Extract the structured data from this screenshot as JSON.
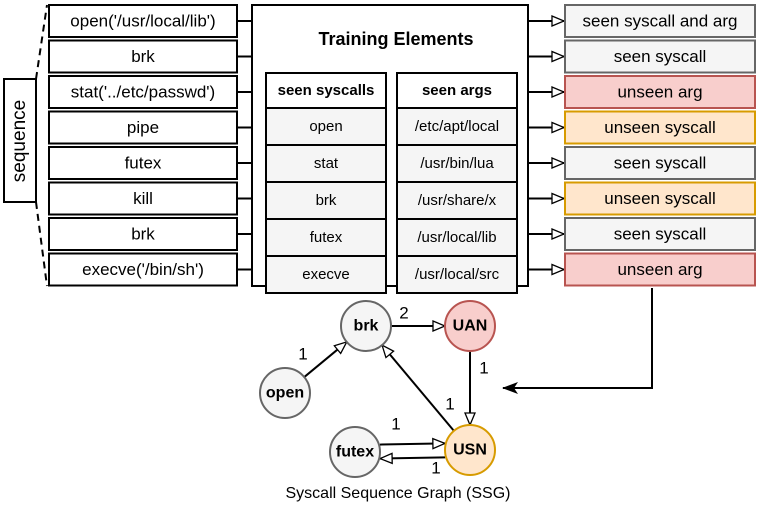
{
  "sequence_label": "sequence",
  "sequence": [
    "open('/usr/local/lib')",
    "brk",
    "stat('../etc/passwd')",
    "pipe",
    "futex",
    "kill",
    "brk",
    "execve('/bin/sh')"
  ],
  "training": {
    "title": "Training Elements",
    "col_syscalls_header": "seen syscalls",
    "col_args_header": "seen args",
    "syscalls": [
      "open",
      "stat",
      "brk",
      "futex",
      "execve"
    ],
    "args": [
      "/etc/apt/local",
      "/usr/bin/lua",
      "/usr/share/x",
      "/usr/local/lib",
      "/usr/local/src"
    ]
  },
  "results": [
    {
      "label": "seen syscall and arg",
      "kind": "seen"
    },
    {
      "label": "seen syscall",
      "kind": "seen"
    },
    {
      "label": "unseen arg",
      "kind": "unseen_arg"
    },
    {
      "label": "unseen syscall",
      "kind": "unseen_syscall"
    },
    {
      "label": "seen syscall",
      "kind": "seen"
    },
    {
      "label": "unseen syscall",
      "kind": "unseen_syscall"
    },
    {
      "label": "seen syscall",
      "kind": "seen"
    },
    {
      "label": "unseen arg",
      "kind": "unseen_arg"
    }
  ],
  "colors": {
    "seen_fill": "#f5f5f5",
    "seen_stroke": "#666666",
    "unseen_arg_fill": "#f8cecc",
    "unseen_arg_stroke": "#b85450",
    "unseen_syscall_fill": "#ffe6cc",
    "unseen_syscall_stroke": "#d79b00",
    "table_fill": "#f5f5f5"
  },
  "graph": {
    "caption": "Syscall Sequence Graph (SSG)",
    "nodes": [
      {
        "id": "brk",
        "label": "brk",
        "kind": "seen"
      },
      {
        "id": "uan",
        "label": "UAN",
        "kind": "unseen_arg"
      },
      {
        "id": "open",
        "label": "open",
        "kind": "seen"
      },
      {
        "id": "usn",
        "label": "USN",
        "kind": "unseen_syscall"
      },
      {
        "id": "futex",
        "label": "futex",
        "kind": "seen"
      }
    ],
    "edges": [
      {
        "from": "open",
        "to": "brk",
        "weight": "1"
      },
      {
        "from": "brk",
        "to": "uan",
        "weight": "2"
      },
      {
        "from": "uan",
        "to": "usn",
        "weight": "1"
      },
      {
        "from": "usn",
        "to": "brk",
        "weight": "1"
      },
      {
        "from": "futex",
        "to": "usn",
        "weight": "1"
      },
      {
        "from": "usn",
        "to": "futex",
        "weight": "1"
      }
    ]
  }
}
